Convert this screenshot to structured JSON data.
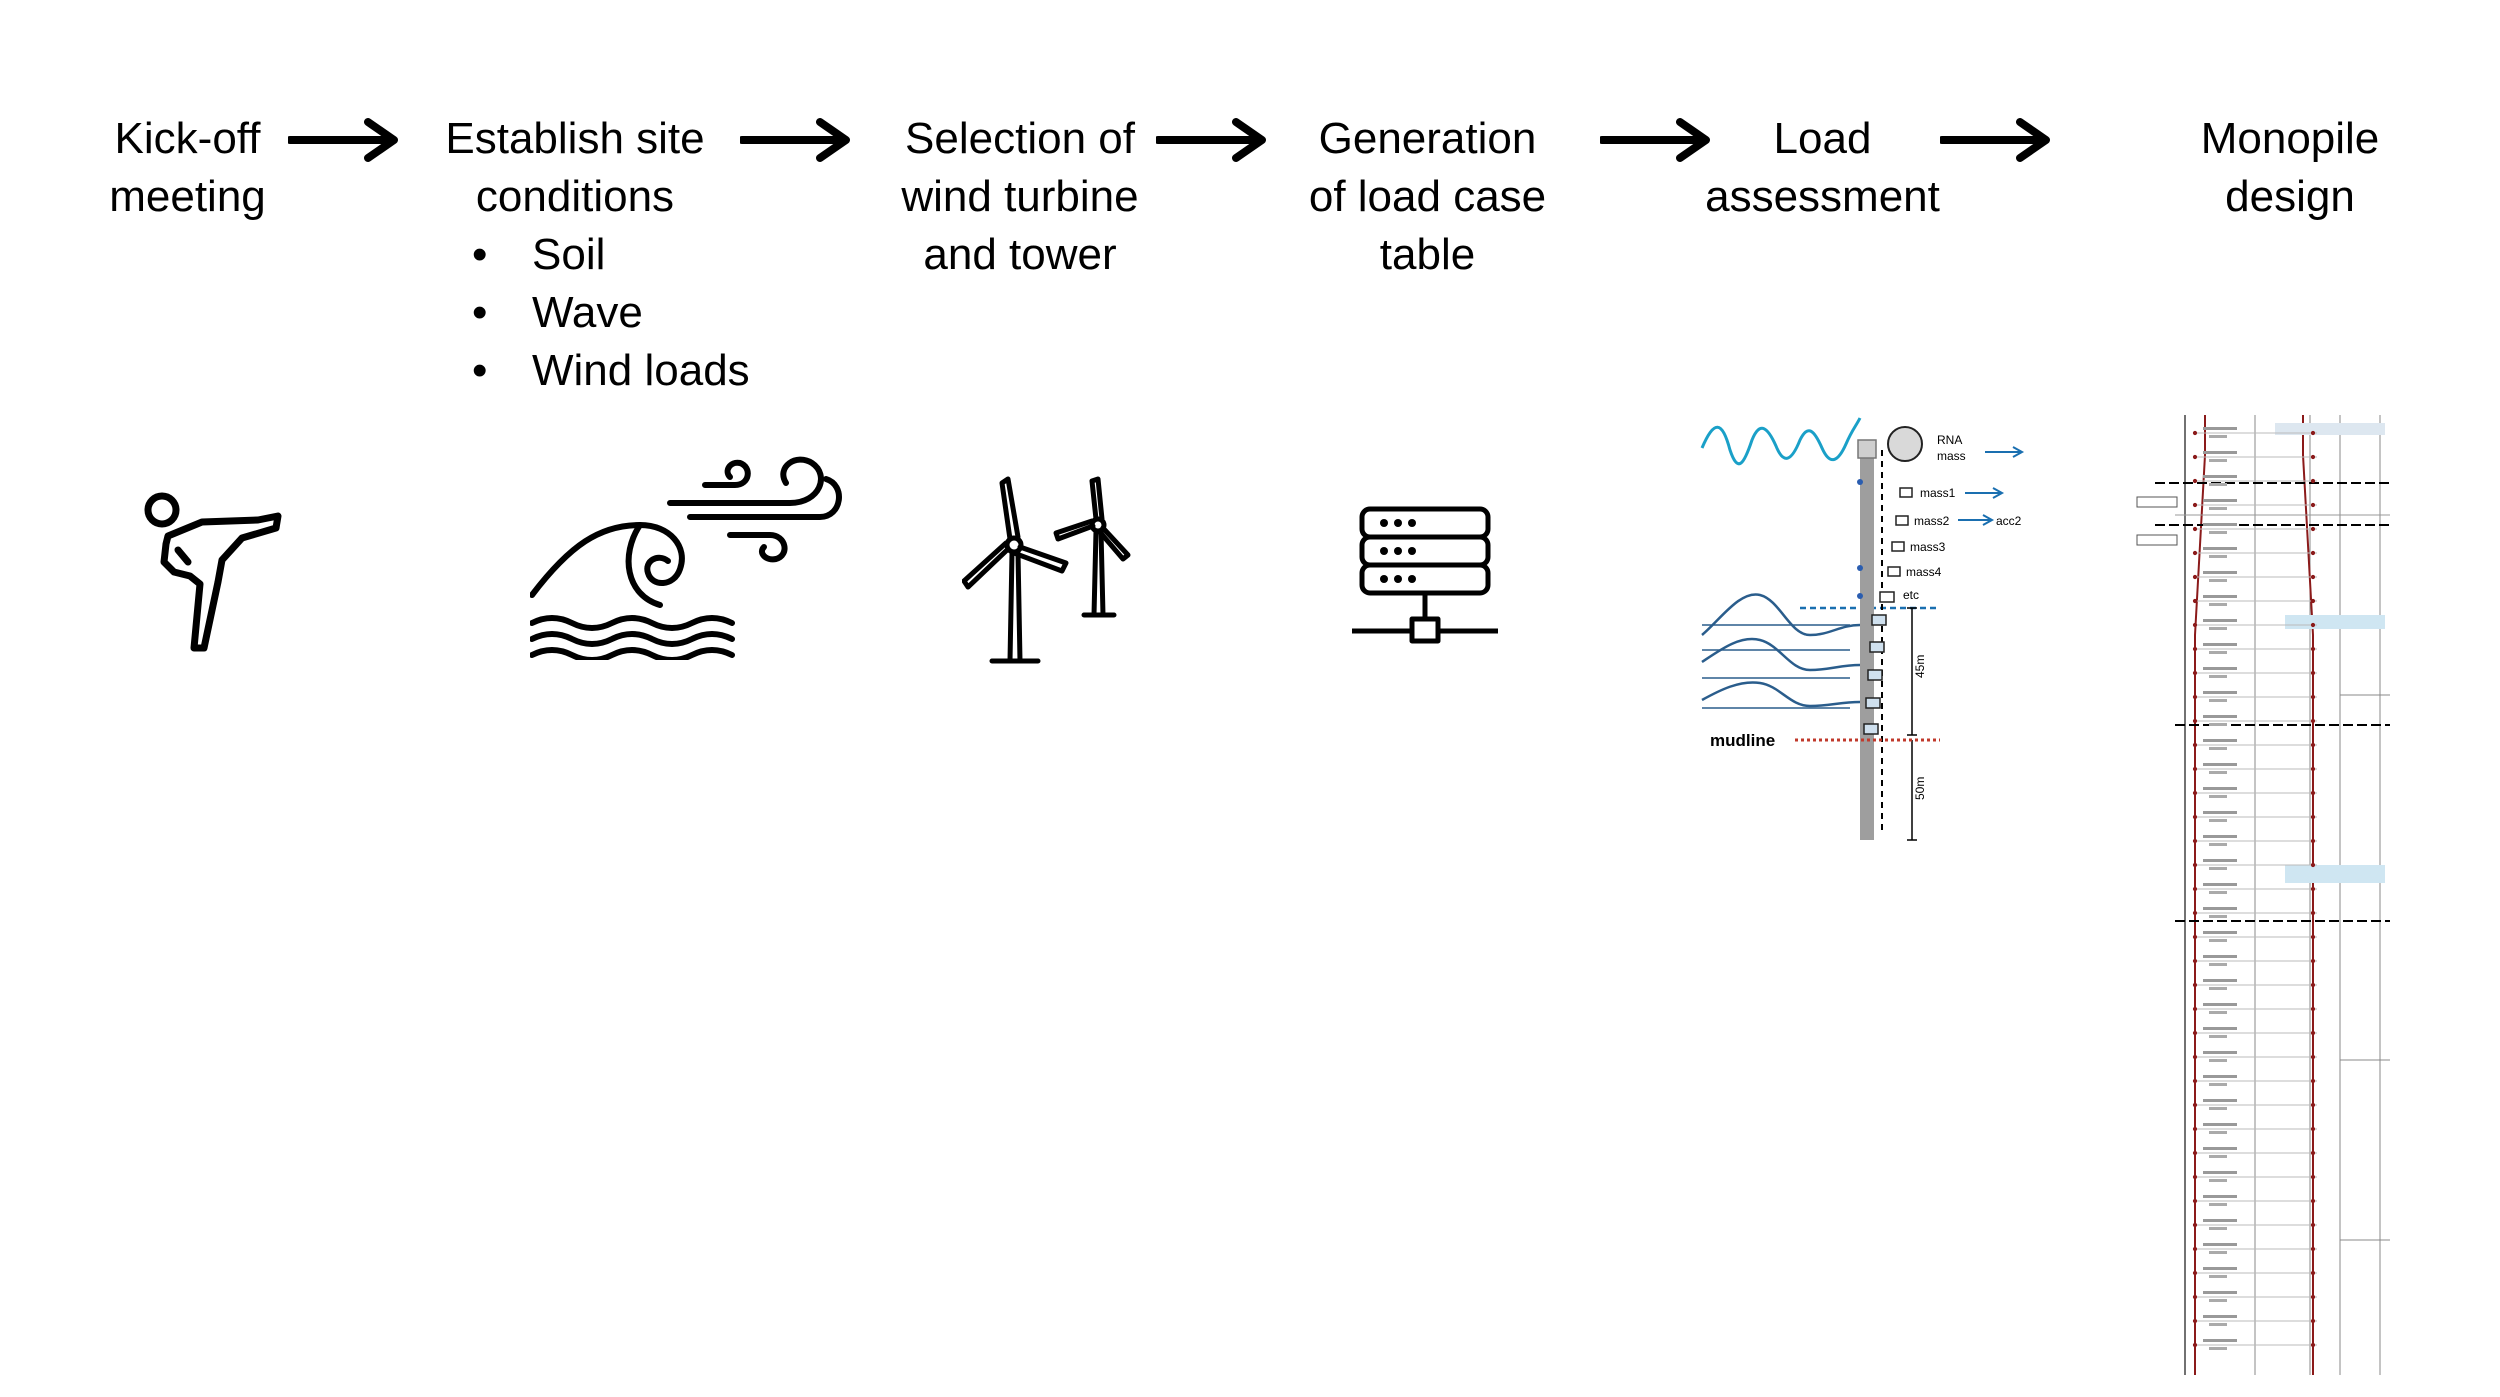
{
  "steps": [
    {
      "lines": [
        "Kick-off",
        "meeting"
      ]
    },
    {
      "lines": [
        "Establish site",
        "conditions"
      ],
      "bullets": [
        "Soil",
        "Wave",
        "Wind loads"
      ]
    },
    {
      "lines": [
        "Selection of",
        "wind turbine",
        "and tower"
      ]
    },
    {
      "lines": [
        "Generation",
        "of load case",
        "table"
      ]
    },
    {
      "lines": [
        "Load",
        "assessment"
      ]
    },
    {
      "lines": [
        "Monopile",
        "design"
      ]
    }
  ],
  "bullet_symbol": "•",
  "load_model": {
    "rna_label": "RNA",
    "rna_sublabel": "mass",
    "masses": [
      "mass1",
      "mass2",
      "mass3",
      "mass4",
      "etc"
    ],
    "acc_label": "acc2",
    "depth_label": "45m",
    "embed_label": "50m",
    "mudline_label": "mudline"
  },
  "icons": [
    "kick-icon",
    "wave-wind-icon",
    "wind-turbines-icon",
    "server-database-icon"
  ]
}
